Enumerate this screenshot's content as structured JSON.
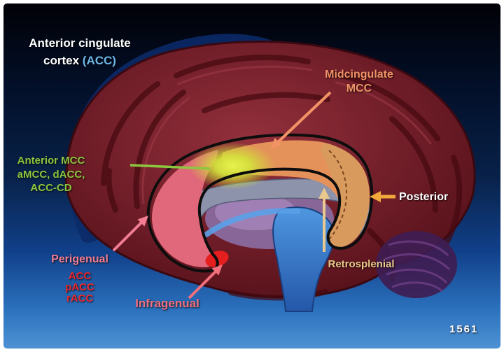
{
  "figure": {
    "number": "1561"
  },
  "title": {
    "line1": "Anterior cingulate",
    "line2_word": "cortex",
    "line2_abbr": "(ACC)"
  },
  "labels": {
    "midcingulate": {
      "line1": "Midcingulate",
      "line2": "MCC"
    },
    "anterior_mcc": {
      "line1": "Anterior MCC",
      "line2": "aMCC, dACC,",
      "line3": "ACC-CD"
    },
    "posterior": "Posterior",
    "retrosplenial": "Retrosplenial",
    "perigenual": {
      "line1": "Perigenual",
      "line2": "ACC",
      "line3": "pACC",
      "line4": "rACC"
    },
    "infragenual": "Infragenual"
  },
  "colors": {
    "title_text": "#ffffff",
    "acc_abbr": "#6cb7e8",
    "midcingulate_label": "#f29366",
    "anterior_mcc_label": "#8dc63f",
    "posterior_label": "#ffffff",
    "posterior_arrow": "#f2a93b",
    "retrosplenial_label": "#eac98a",
    "perigenual_label": "#f27d93",
    "acc_sublabels": "#e8292f",
    "infragenual_label": "#f2707d",
    "figure_number": "#ffffff",
    "background_top": "#010106",
    "background_bottom": "#4e92d4",
    "brain_cortex": "#74202b",
    "amcc_highlight": "#d4e23c",
    "region_perigenual": "#e0687a",
    "region_midcingulate": "#e5915a",
    "region_posterior": "#d99a5d",
    "corpus_callosum": "#8e93ac",
    "brainstem_blue": "#3b7ecb",
    "infragenual_red": "#e51f1f"
  }
}
